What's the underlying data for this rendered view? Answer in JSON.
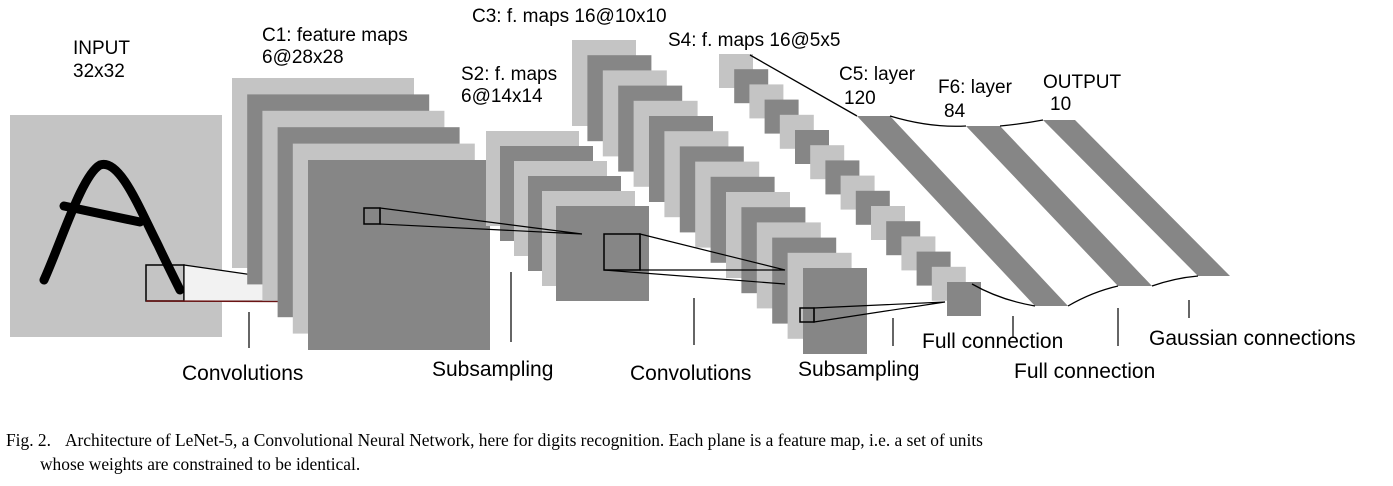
{
  "layers": {
    "input": {
      "name": "INPUT",
      "size": "32x32"
    },
    "c1": {
      "name": "C1: feature maps",
      "size": "6@28x28"
    },
    "s2": {
      "name": "S2: f. maps",
      "size": "6@14x14"
    },
    "c3": {
      "name": "C3: f. maps 16@10x10"
    },
    "s4": {
      "name": "S4: f. maps 16@5x5"
    },
    "c5": {
      "name": "C5: layer",
      "size": "120"
    },
    "f6": {
      "name": "F6: layer",
      "size": "84"
    },
    "output": {
      "name": "OUTPUT",
      "size": "10"
    }
  },
  "operations": {
    "conv1": "Convolutions",
    "sub1": "Subsampling",
    "conv2": "Convolutions",
    "sub2": "Subsampling",
    "full1": "Full connection",
    "full2": "Full connection",
    "gauss": "Gaussian connections"
  },
  "caption": {
    "fig": "Fig. 2.",
    "line1": "Architecture of LeNet-5, a Convolutional Neural Network, here for digits recognition. Each plane is a feature map, i.e. a set of units",
    "line2": "whose weights are constrained to be identical."
  },
  "colors": {
    "light": "#c4c4c4",
    "dark": "#868686",
    "stroke": "#000000",
    "accent": "#6b1414"
  }
}
